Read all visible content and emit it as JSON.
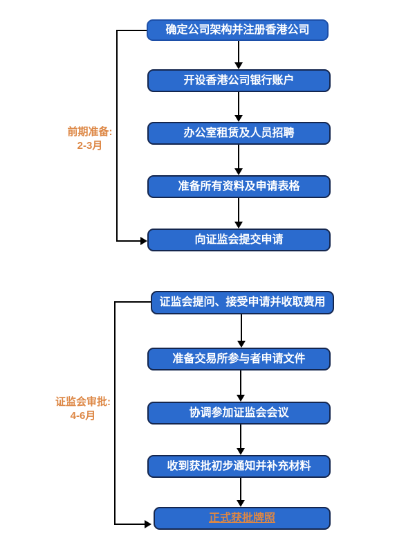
{
  "diagram": {
    "type": "flowchart",
    "title_implied": "香港公司牌照申请流程",
    "colors": {
      "box_fill": "#2B6BCE",
      "box_border": "#14264E",
      "box_text": "#FFFFFF",
      "phase_label": "#DD8745",
      "link_text": "#DD8745",
      "arrow": "#000000",
      "background": "#FFFFFF"
    }
  },
  "phases": [
    {
      "label": "前期准备:",
      "duration": "2-3月",
      "steps": [
        "确定公司架构并注册香港公司",
        "开设香港公司银行账户",
        "办公室租赁及人员招聘",
        "准备所有资料及申请表格",
        "向证监会提交申请"
      ]
    },
    {
      "label": "证监会审批:",
      "duration": "4-6月",
      "steps": [
        "证监会提问、接受申请并收取费用",
        "准备交易所参与者申请文件",
        "协调参加证监会会议",
        "收到获批初步通知并补充材料",
        "正式获批牌照"
      ]
    }
  ]
}
